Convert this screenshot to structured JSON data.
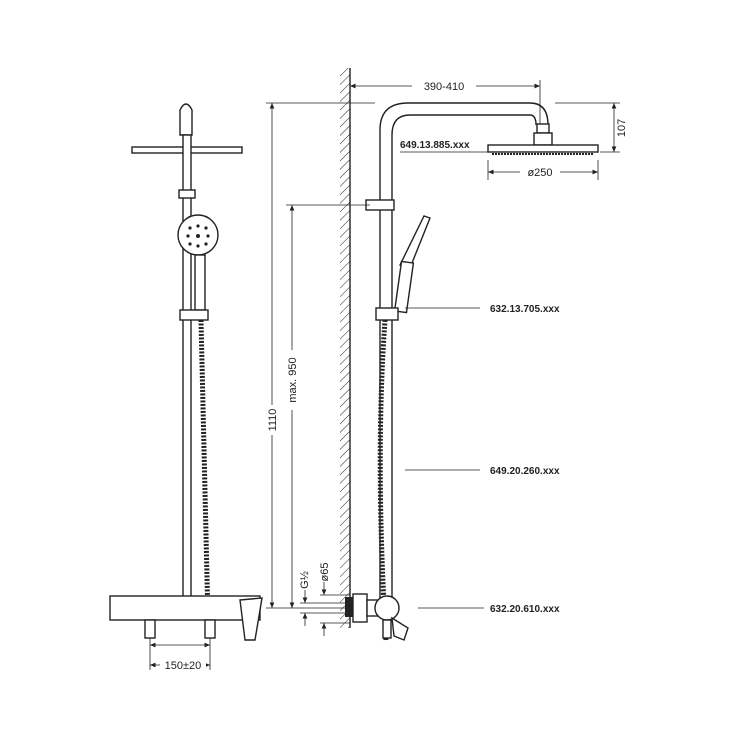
{
  "dimensions": {
    "arm_reach": "390-410",
    "head_height": "107",
    "head_diameter": "ø250",
    "total_height": "1110",
    "slide_height": "max. 950",
    "thread": "G½",
    "rosette_diameter": "ø65",
    "center_distance": "150±20"
  },
  "parts": {
    "shower_head": "649.13.885.xxx",
    "hand_shower": "632.13.705.xxx",
    "riser_rail": "649.20.260.xxx",
    "mixer": "632.20.610.xxx"
  }
}
